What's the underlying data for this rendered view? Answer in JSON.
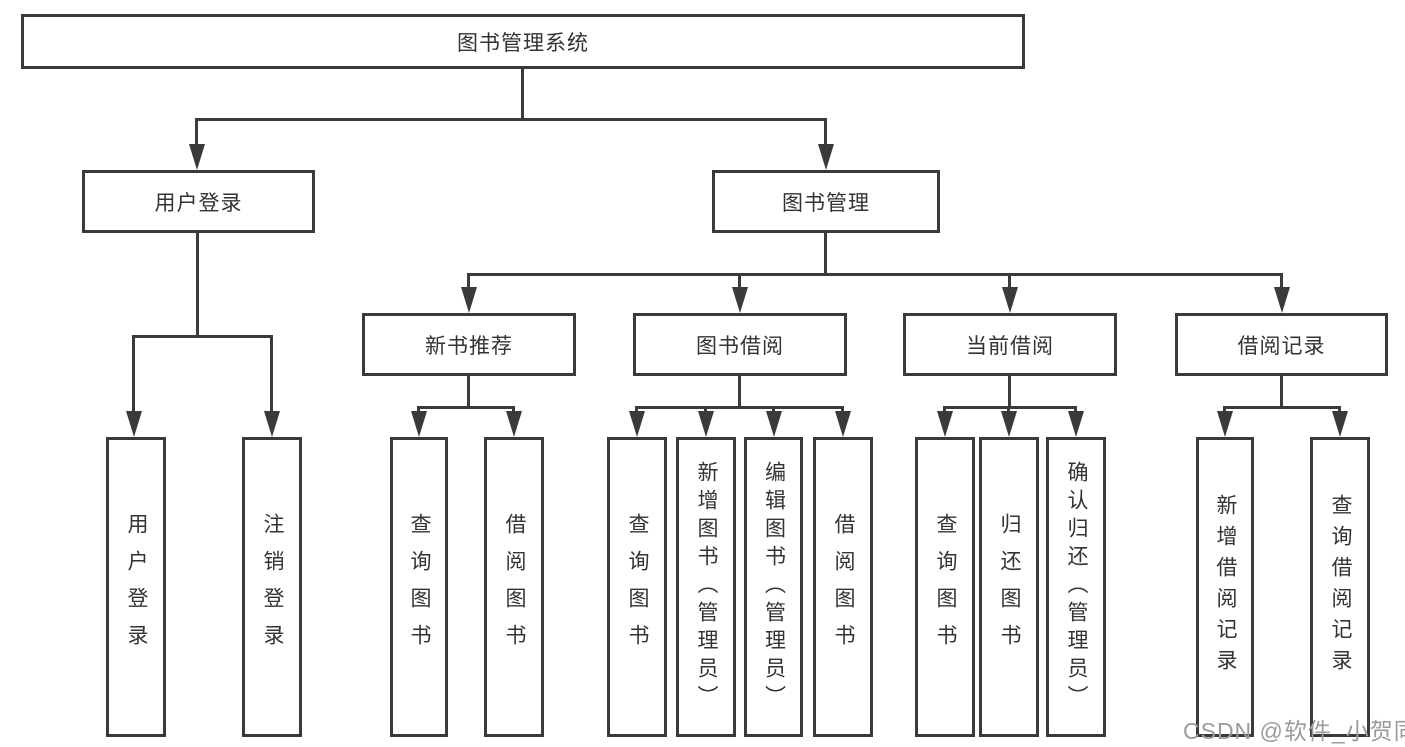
{
  "diagram_title": "图书管理系统",
  "nodes": {
    "root": "图书管理系统",
    "user_login": "用户登录",
    "book_mgmt": "图书管理",
    "new_book_rec": "新书推荐",
    "book_borrow": "图书借阅",
    "current_borrow": "当前借阅",
    "borrow_record": "借阅记录",
    "user_login_leaf": "用户登录",
    "logout_leaf": "注销登录",
    "query_book_1": "查询图书",
    "borrow_book_1": "借阅图书",
    "query_book_2": "查询图书",
    "add_book_admin": "新增图书（管理员）",
    "edit_book_admin": "编辑图书（管理员）",
    "borrow_book_2": "借阅图书",
    "query_book_3": "查询图书",
    "return_book": "归还图书",
    "confirm_return_admin": "确认归还（管理员）",
    "add_borrow_record": "新增借阅记录",
    "query_borrow_record": "查询借阅记录"
  },
  "structure": {
    "root": [
      "user_login",
      "book_mgmt"
    ],
    "user_login": [
      "user_login_leaf",
      "logout_leaf"
    ],
    "book_mgmt": [
      "new_book_rec",
      "book_borrow",
      "current_borrow",
      "borrow_record"
    ],
    "new_book_rec": [
      "query_book_1",
      "borrow_book_1"
    ],
    "book_borrow": [
      "query_book_2",
      "add_book_admin",
      "edit_book_admin",
      "borrow_book_2"
    ],
    "current_borrow": [
      "query_book_3",
      "return_book",
      "confirm_return_admin"
    ],
    "borrow_record": [
      "add_borrow_record",
      "query_borrow_record"
    ]
  },
  "watermark": {
    "text": "CSDN @软件_小贺同学"
  },
  "colors": {
    "line": "#3a3a3a",
    "text": "#333333",
    "background": "#ffffff",
    "watermark": "#9b9b9b"
  }
}
